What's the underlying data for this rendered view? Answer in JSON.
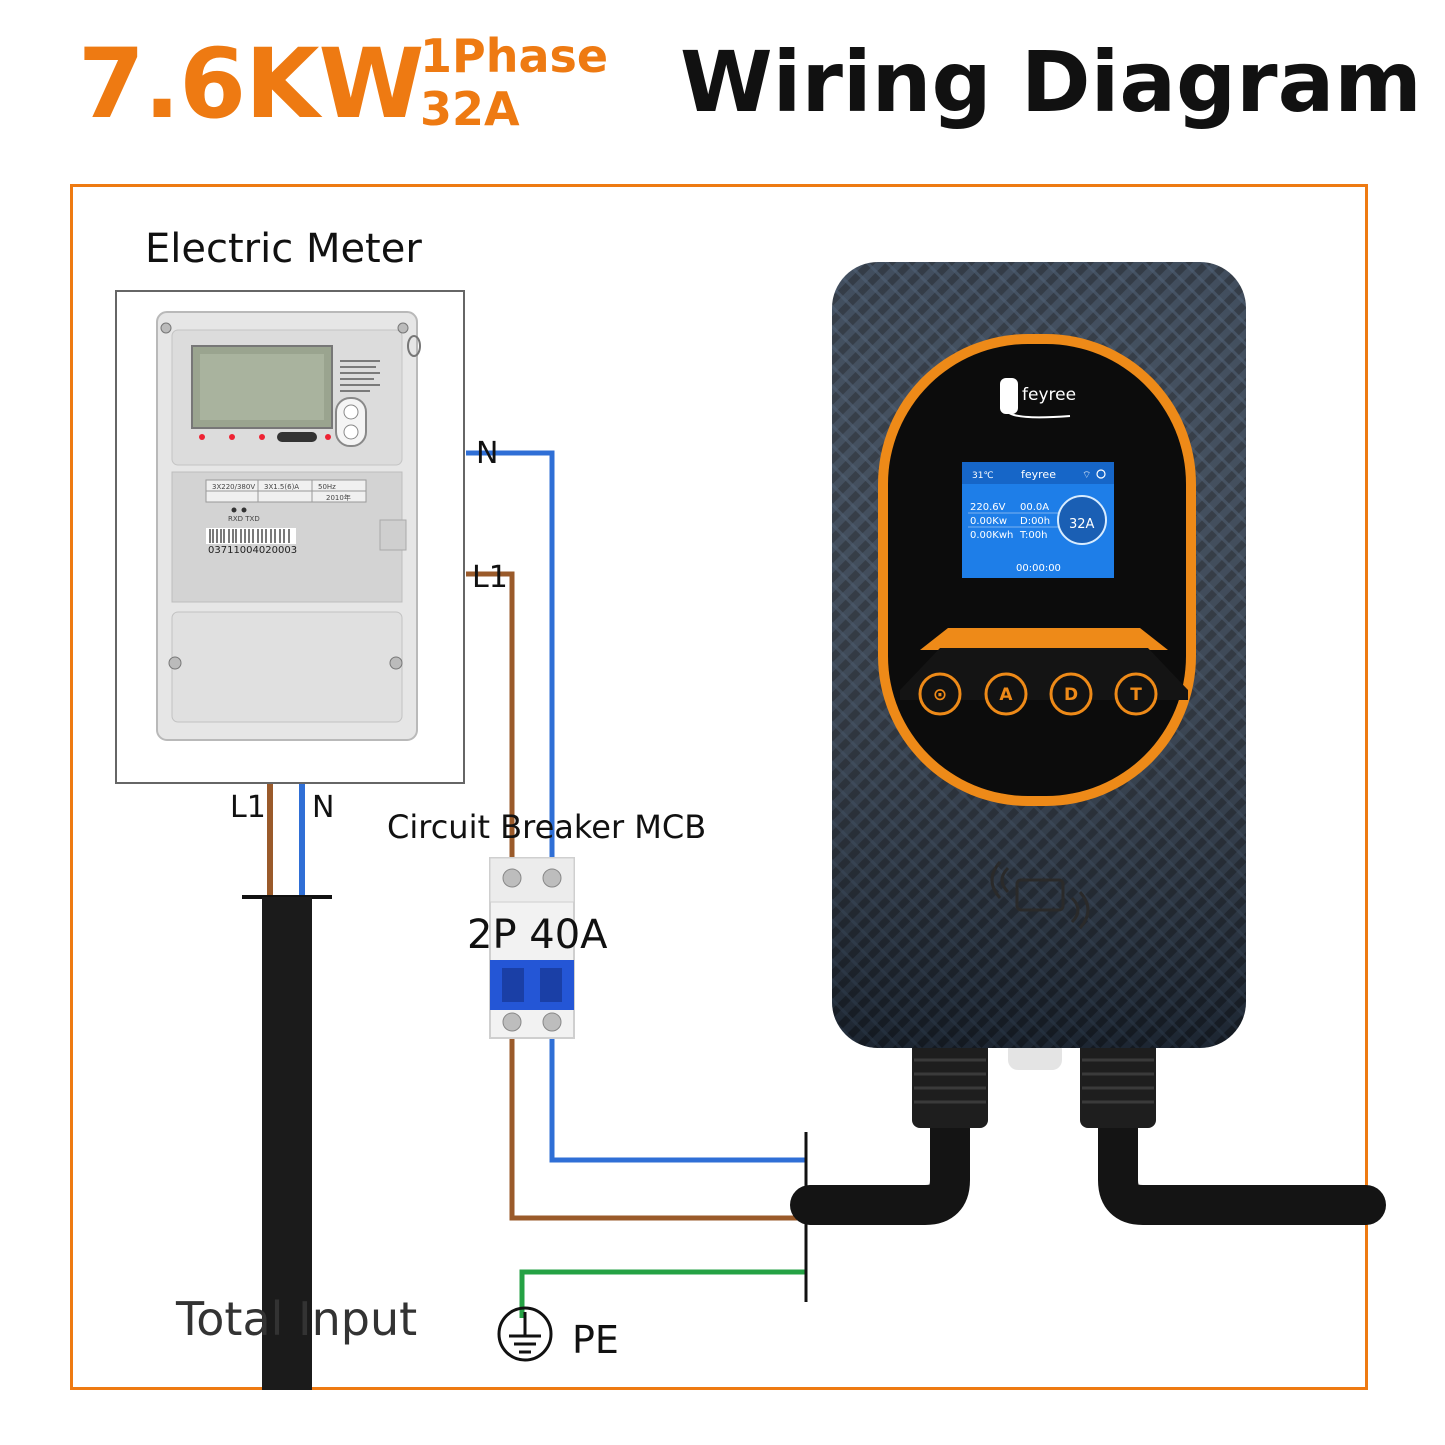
{
  "header": {
    "power": "7.6KW",
    "phase": "1Phase",
    "current": "32A",
    "title": "Wiring Diagram"
  },
  "meter": {
    "label": "Electric Meter",
    "spec_1": "3X220/380V",
    "spec_2": "3X1.5(6)A",
    "spec_3": "50Hz",
    "serial": "03711004020003",
    "port": "RXD TXD",
    "year": "2010年"
  },
  "wires": {
    "top_n": "N",
    "top_l1": "L1",
    "bottom_l1": "L1",
    "bottom_n": "N",
    "pe": "PE"
  },
  "breaker": {
    "label": "Circuit Breaker MCB",
    "rating": "2P 40A"
  },
  "input": {
    "label": "Total Input"
  },
  "charger": {
    "brand": "feyree",
    "screen": {
      "temp": "31℃",
      "brand": "feyree",
      "voltage": "220.6V",
      "current": "00.0A",
      "power": "0.00Kw",
      "d_time": "D:00h",
      "energy": "0.00Kwh",
      "t_time": "T:00h",
      "amp": "32A",
      "timer": "00:00:00"
    },
    "buttons": [
      "⊙",
      "A",
      "D",
      "T"
    ]
  },
  "colors": {
    "accent": "#ee7a12",
    "neutral_wire": "#2f6fd6",
    "live_wire": "#9a5a2a",
    "earth_wire": "#25a244",
    "frame": "#ee7a12"
  }
}
